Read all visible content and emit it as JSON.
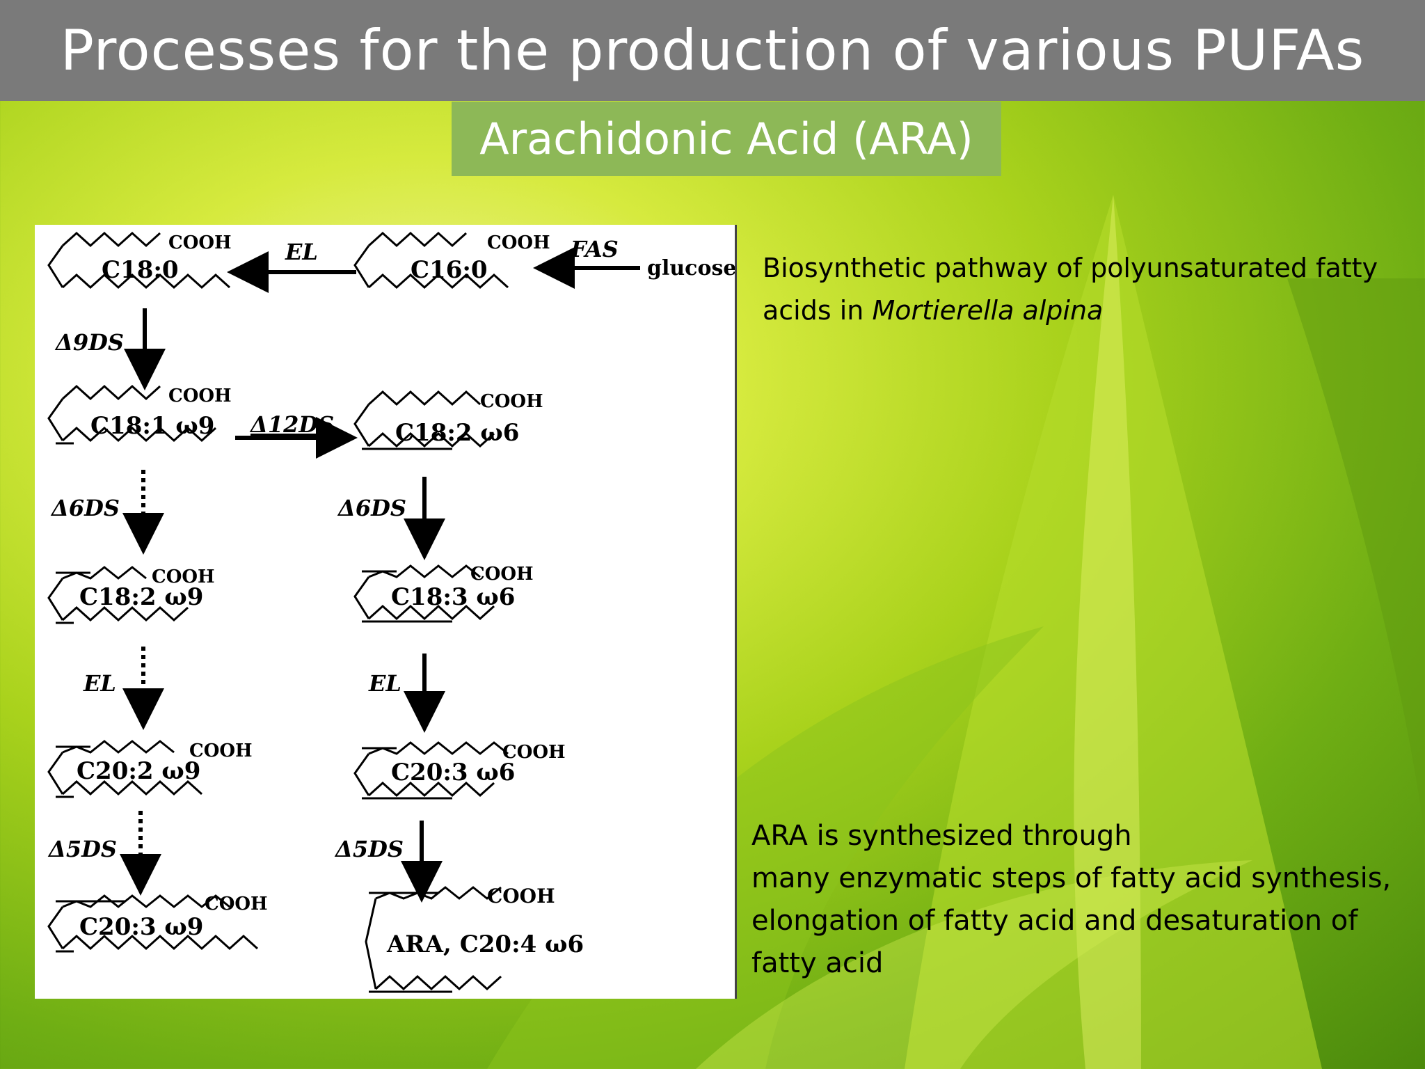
{
  "slide": {
    "title": "Processes for the production of various PUFAs",
    "subtitle": "Arachidonic Acid (ARA)"
  },
  "figure": {
    "molecules": {
      "c18_0": "C18:0",
      "c16_0": "C16:0",
      "c18_1_w9": "C18:1 ω9",
      "c18_2_w6": "C18:2 ω6",
      "c18_2_w9": "C18:2 ω9",
      "c18_3_w6": "C18:3 ω6",
      "c20_2_w9": "C20:2 ω9",
      "c20_3_w6": "C20:3 ω6",
      "c20_3_w9": "C20:3 ω9",
      "ara_c20_4_w6": "ARA, C20:4 ω6"
    },
    "cooh": "COOH",
    "glucose": "glucose",
    "enzymes": {
      "el": "EL",
      "fas": "FAS",
      "d9ds": "Δ9DS",
      "d12ds": "Δ12DS",
      "d6ds": "Δ6DS",
      "d5ds": "Δ5DS"
    }
  },
  "caption": {
    "line1": "Biosynthetic pathway of polyunsaturated fatty",
    "line2_prefix": "acids in ",
    "line2_italic": "Mortierella alpina"
  },
  "body": {
    "line1": "ARA is synthesized through",
    "line2": "many enzymatic steps of fatty acid synthesis,",
    "line3": "elongation of fatty acid and desaturation of",
    "line4": "fatty acid"
  }
}
